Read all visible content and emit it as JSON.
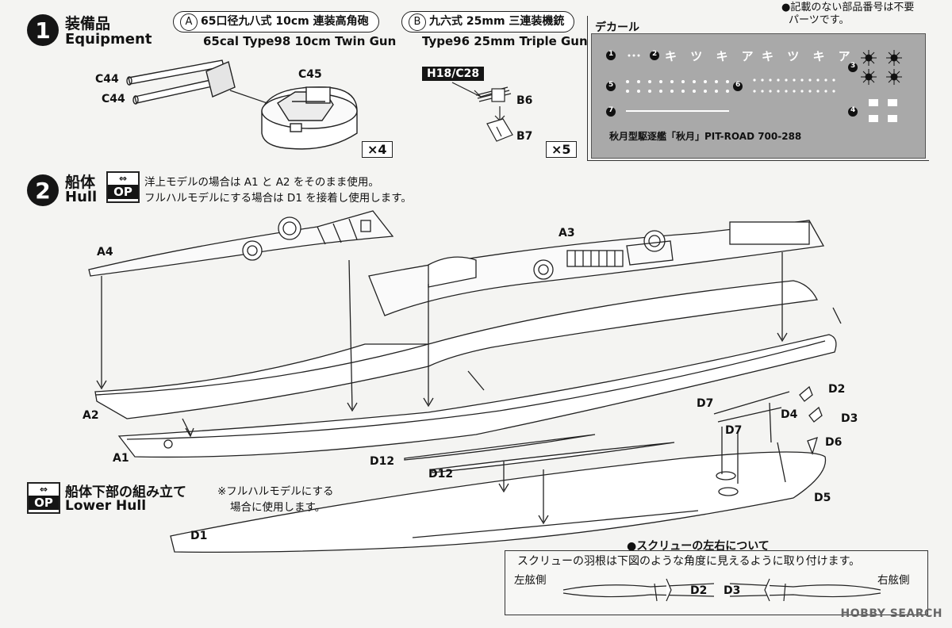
{
  "step1": {
    "number": "1",
    "title_jp": "装備品",
    "title_en": "Equipment",
    "part_a": {
      "letter": "A",
      "name_jp": "65口径九八式 10cm 連装高角砲",
      "name_en": "65cal Type98 10cm Twin Gun",
      "quantity": "×4"
    },
    "part_b": {
      "letter": "B",
      "name_jp": "九六式 25mm 三連装機銃",
      "name_en": "Type96 25mm Triple Gun",
      "quantity": "×5"
    },
    "labels": {
      "c44_a": "C44",
      "c44_b": "C44",
      "c45": "C45",
      "h18c28": "H18/C28",
      "b6": "B6",
      "b7": "B7"
    }
  },
  "top_note": {
    "line1": "●記載のない部品番号は不要",
    "line2": "パーツです。"
  },
  "decal": {
    "title": "デカール",
    "label": "秋月型駆逐艦「秋月」PIT-ROAD 700-288",
    "numbers": [
      "1",
      "2",
      "3",
      "4",
      "5",
      "6",
      "7"
    ],
    "kana_1": "キ ツ キ ア",
    "kana_2": "キ ツ キ ア"
  },
  "step2": {
    "number": "2",
    "title_jp": "船体",
    "title_en": "Hull",
    "op": {
      "top": "⇔",
      "bottom": "OP"
    },
    "note_line1": "洋上モデルの場合は A1 と A2 をそのまま使用。",
    "note_line2": "フルハルモデルにする場合は D1 を接着し使用します。",
    "labels": {
      "a4": "A4",
      "a3": "A3",
      "a2": "A2",
      "a1": "A1",
      "d12_a": "D12",
      "d12_b": "D12",
      "d1": "D1",
      "d2": "D2",
      "d3": "D3",
      "d4": "D4",
      "d5": "D5",
      "d6": "D6",
      "d7_a": "D7",
      "d7_b": "D7"
    }
  },
  "lower_hull": {
    "op": {
      "top": "⇔",
      "bottom": "OP"
    },
    "title_jp": "船体下部の組み立て",
    "title_en": "Lower Hull",
    "note_line1": "※フルハルモデルにする",
    "note_line2": "場合に使用します。"
  },
  "screw_note": {
    "title": "●スクリューの左右について",
    "text": "スクリューの羽根は下図のような角度に見えるように取り付けます。",
    "port": "左舷側",
    "starboard": "右舷側",
    "d2": "D2",
    "d3": "D3"
  },
  "watermark": "HOBBY SEARCH"
}
